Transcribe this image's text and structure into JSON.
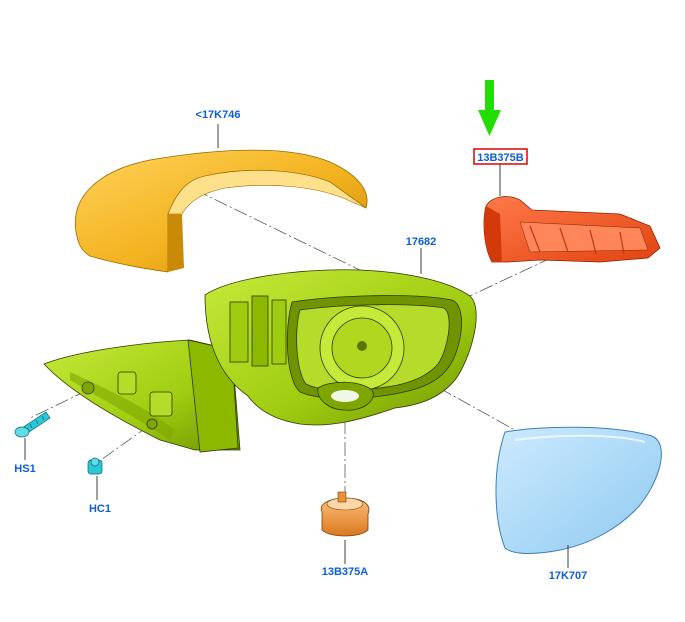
{
  "diagram": {
    "callouts": {
      "cap": "<17K746",
      "housing": "17682",
      "signal_lamp": "13B375B",
      "motor": "13B375A",
      "glass": "17K707",
      "screw": "HS1",
      "clip": "HC1"
    },
    "highlighted_callout": "signal_lamp",
    "colors": {
      "callout_text": "#0b5fd4",
      "highlight_box": "#e00000",
      "arrow": "#22dd00",
      "cap": "#f3b21f",
      "housing": "#a8d212",
      "signal_lamp": "#ff5a2a",
      "motor": "#f09a3a",
      "glass": "#a9d8f5",
      "fasteners": "#2bc7d6"
    },
    "icons": [
      "down-arrow-icon"
    ]
  }
}
